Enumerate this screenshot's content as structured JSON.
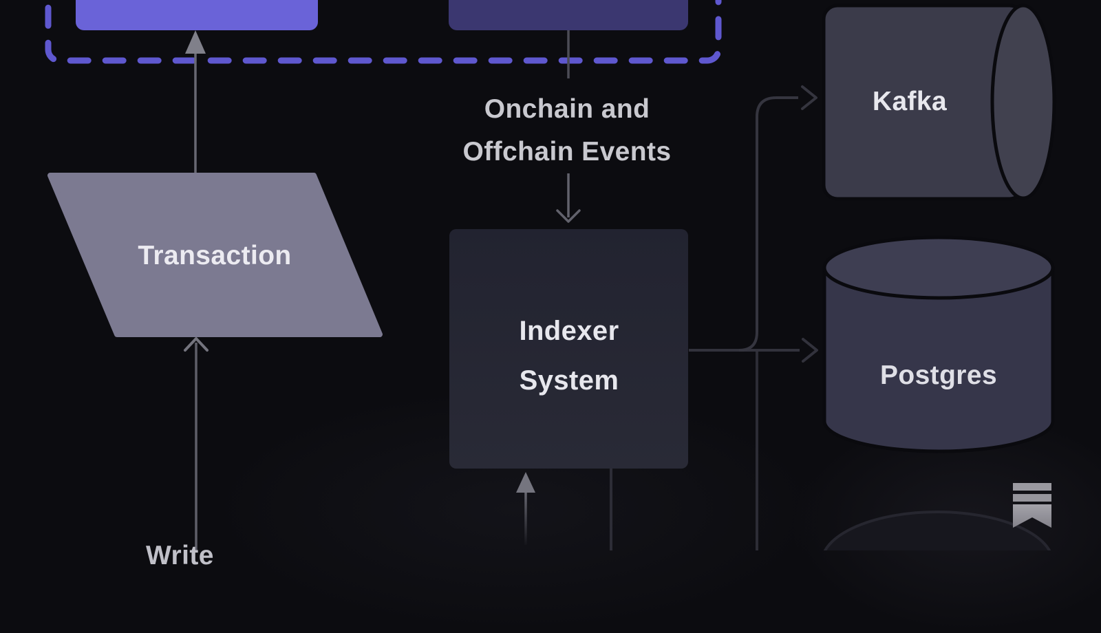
{
  "diagram": {
    "description": "Dark-themed system architecture diagram (cropped view) showing transactions and onchain/offchain events flowing into an Indexer System that writes to Kafka and Postgres",
    "labels": {
      "transaction": "Transaction",
      "indexer": "Indexer\nSystem",
      "kafka": "Kafka",
      "postgres": "Postgres",
      "events": "Onchain and\nOffchain Events",
      "write_partial": "Write"
    },
    "nodes": [
      {
        "id": "service-box-left",
        "label": "",
        "shape": "rounded-rect",
        "note": "bright indigo box, cropped at top, inside dashed group"
      },
      {
        "id": "service-box-right",
        "label": "",
        "shape": "rounded-rect",
        "note": "dark indigo box, cropped at top, inside dashed group"
      },
      {
        "id": "transaction",
        "label": "Transaction",
        "shape": "parallelogram"
      },
      {
        "id": "indexer-system",
        "label": "Indexer\nSystem",
        "shape": "rect"
      },
      {
        "id": "kafka",
        "label": "Kafka",
        "shape": "horizontal-cylinder"
      },
      {
        "id": "postgres",
        "label": "Postgres",
        "shape": "vertical-cylinder"
      },
      {
        "id": "hidden-cylinder",
        "label": "",
        "shape": "vertical-cylinder",
        "note": "faint cylinder peeking above bottom edge"
      }
    ],
    "edges": [
      {
        "from": "offscreen-bottom",
        "to": "transaction",
        "label": "Write"
      },
      {
        "from": "transaction",
        "to": "service-box-left"
      },
      {
        "from": "service-box-right",
        "to": "indexer-system",
        "label": "Onchain and\nOffchain Events"
      },
      {
        "from": "offscreen-bottom",
        "to": "indexer-system"
      },
      {
        "from": "indexer-system",
        "to": "offscreen-bottom"
      },
      {
        "from": "indexer-system",
        "to": "kafka"
      },
      {
        "from": "indexer-system",
        "to": "postgres"
      }
    ],
    "colors": {
      "background": "#0c0c10",
      "dashed_border": "#5f58cf",
      "service_box_left": "#6a63d8",
      "service_box_right": "#3b3770",
      "transaction_fill": "#7c7a91",
      "indexer_fill": "#252631",
      "cylinder_fill": "#3b3b4a",
      "line_light": "#63636d",
      "line_dark": "#32323c",
      "label_bright": "#e9e9ee",
      "label_muted": "#c9c9cf",
      "logo_gray": "#94939a"
    }
  },
  "watermark": {
    "logo": "substack-bookmark-logo"
  }
}
